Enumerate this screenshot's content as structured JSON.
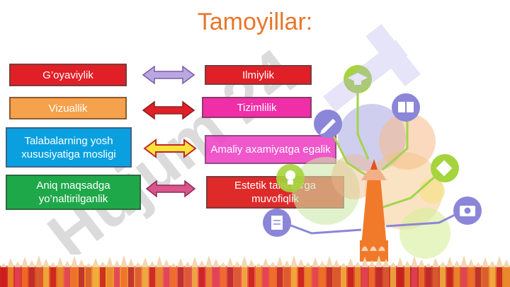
{
  "title": "Tamoyillar:",
  "left_boxes": [
    {
      "label": "G’oyaviylik"
    },
    {
      "label": "Vizuallik"
    },
    {
      "label": "Talabalarning yosh xususiyatiga mosligi"
    },
    {
      "label": "Aniq maqsadga yo’naltirilganlik"
    }
  ],
  "right_boxes": [
    {
      "label": "Ilmiylik"
    },
    {
      "label": "Tizimlilik"
    },
    {
      "label": "Amaliy axamiyatga egalik"
    },
    {
      "label": "Estetik talablarga muvofiqlik"
    }
  ],
  "arrow_colors": [
    "#b9a8e0",
    "#e11f26",
    "#f7e33a",
    "#d9568a"
  ],
  "icons": [
    "graduation-cap-icon",
    "book-icon",
    "pencil-icon",
    "puzzle-icon",
    "notepad-icon",
    "camera-icon",
    "lightbulb-icon"
  ],
  "watermark_text": "Hujum 24"
}
